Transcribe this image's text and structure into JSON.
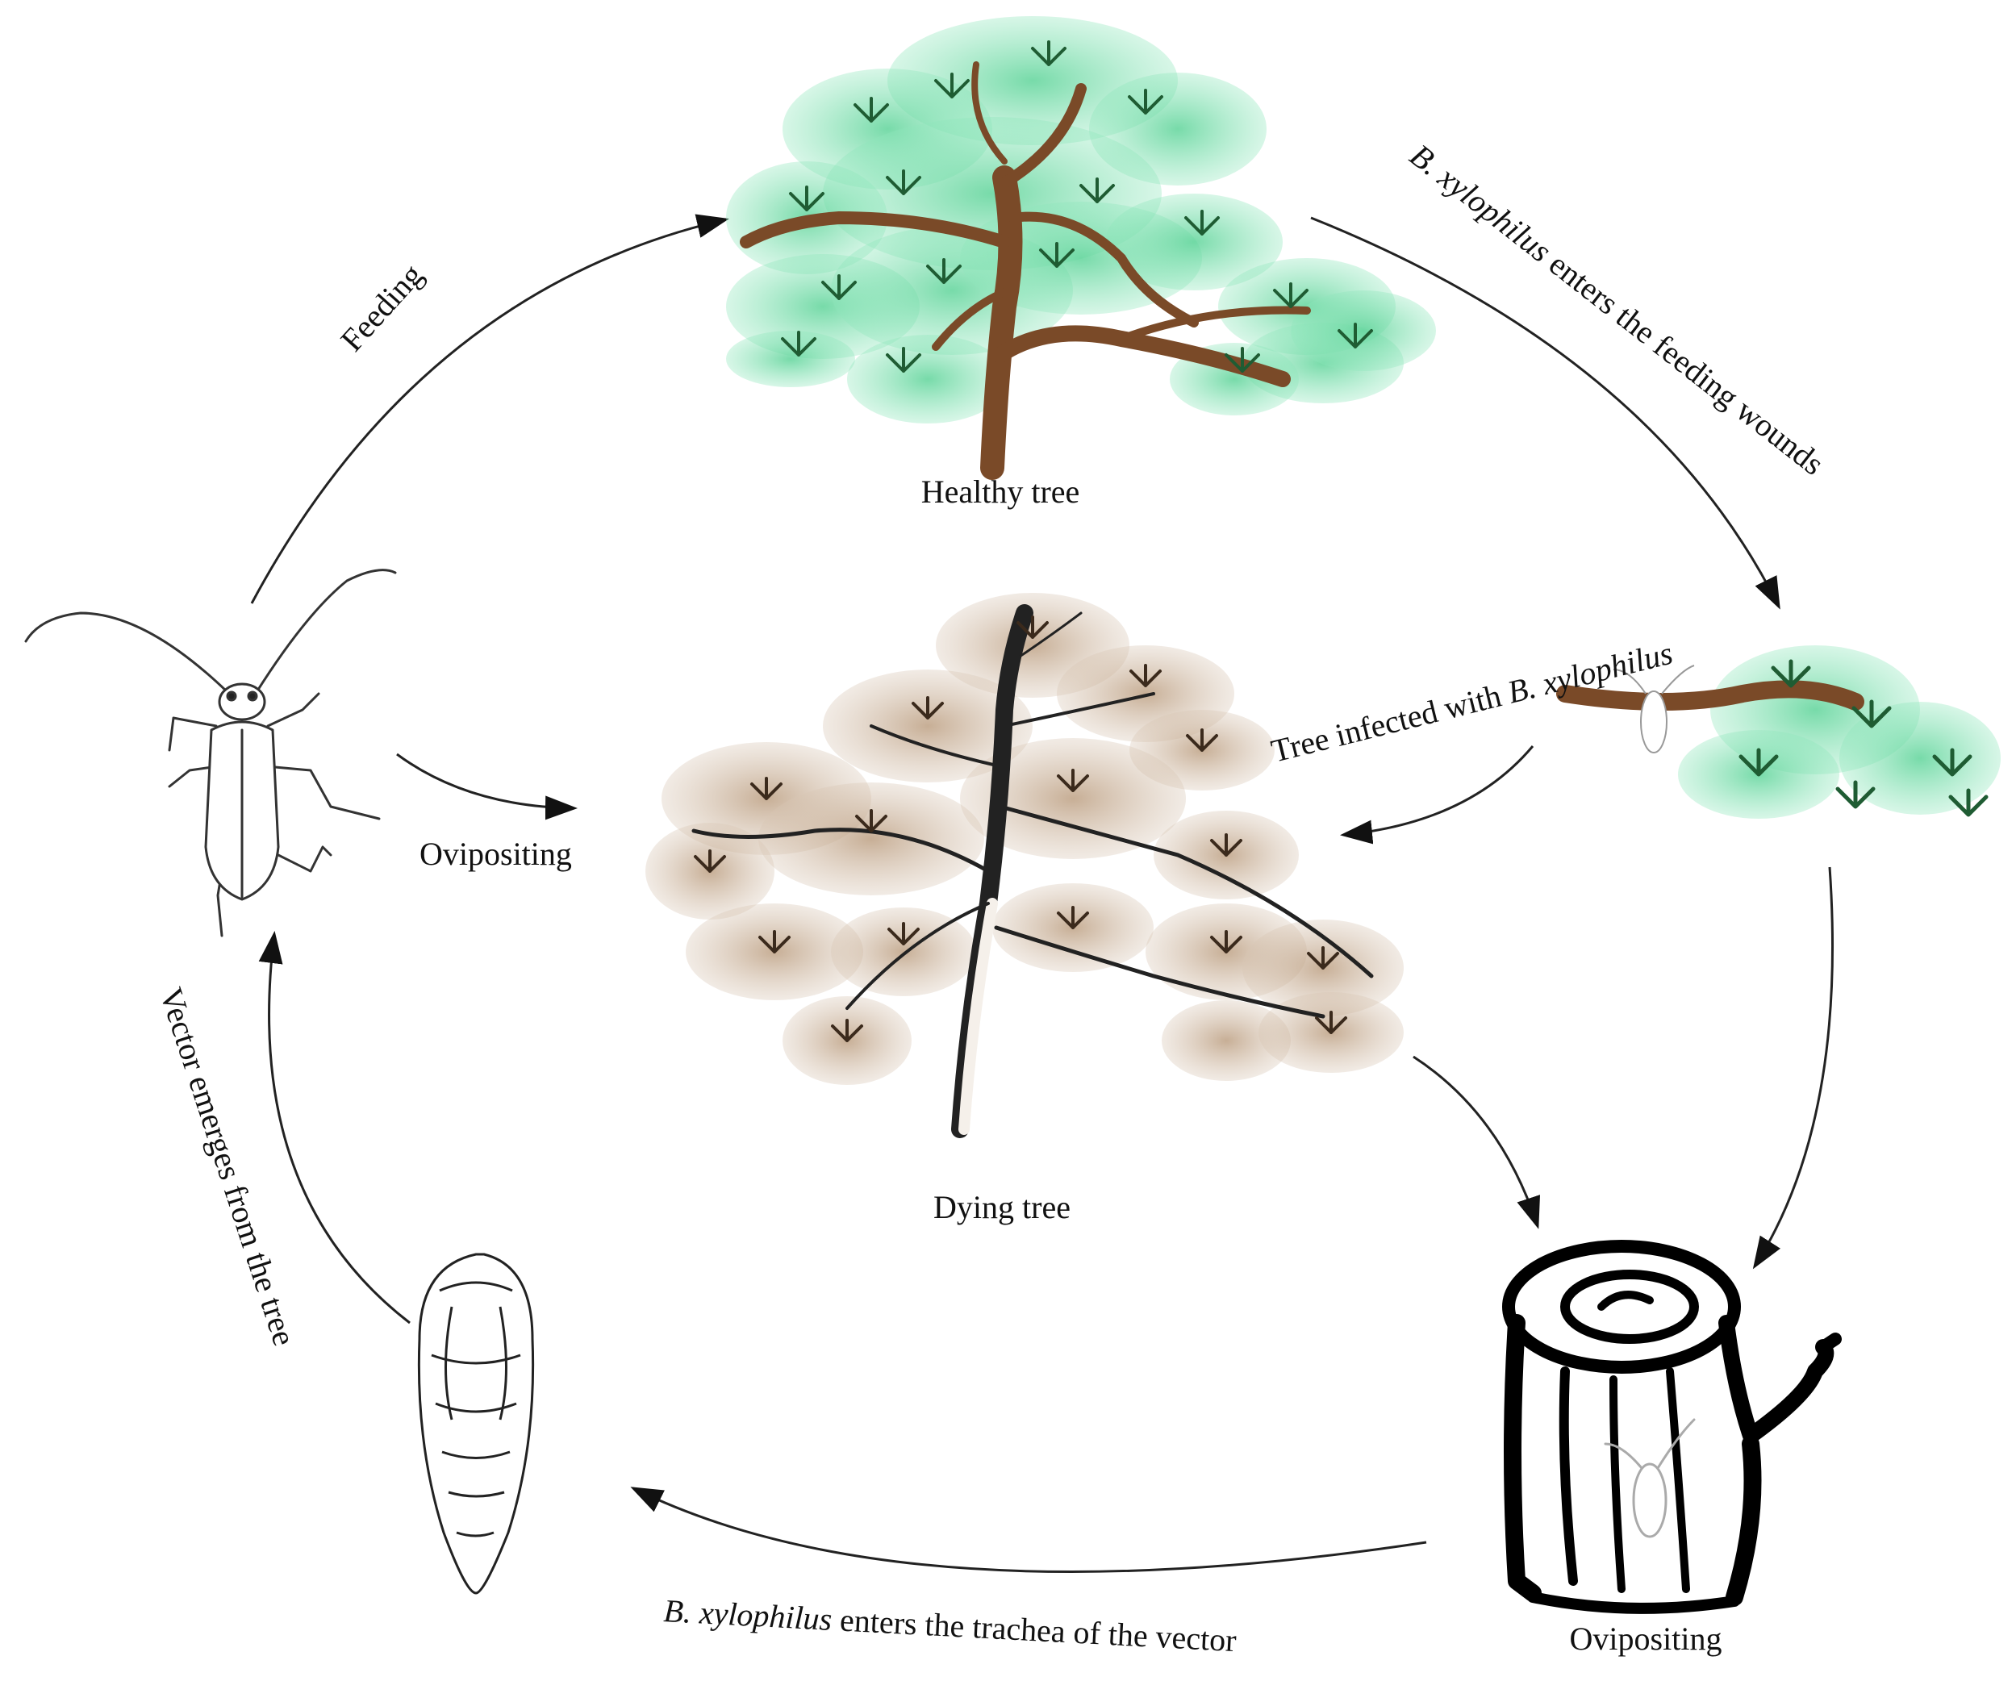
{
  "labels": {
    "healthy_tree": "Healthy tree",
    "dying_tree": "Dying tree",
    "feeding": "Feeding",
    "ovipositing_center": "Ovipositing",
    "ovipositing_stump": "Ovipositing",
    "vector_emerges": "Vector emerges from the tree",
    "enters_wounds": {
      "italic": "B. xylophilus",
      "rest": " enters the feeding wounds"
    },
    "tree_infected": {
      "prefix": "Tree infected with ",
      "italic": "B. xylophilus"
    },
    "enters_trachea": {
      "italic": "B. xylophilus",
      "rest": " enters the trachea of the vector"
    }
  },
  "colors": {
    "healthy_foliage": "#5fd49a",
    "needles_dark": "#1f5c33",
    "trunk_brown": "#7a4a28",
    "dying_foliage": "#cbb39a",
    "dying_needles": "#3b2a1c",
    "ink": "#111111"
  },
  "icons": [
    "healthy-pine-tree",
    "dying-pine-tree",
    "infected-branch",
    "tree-stump",
    "longhorn-beetle",
    "pupa"
  ]
}
